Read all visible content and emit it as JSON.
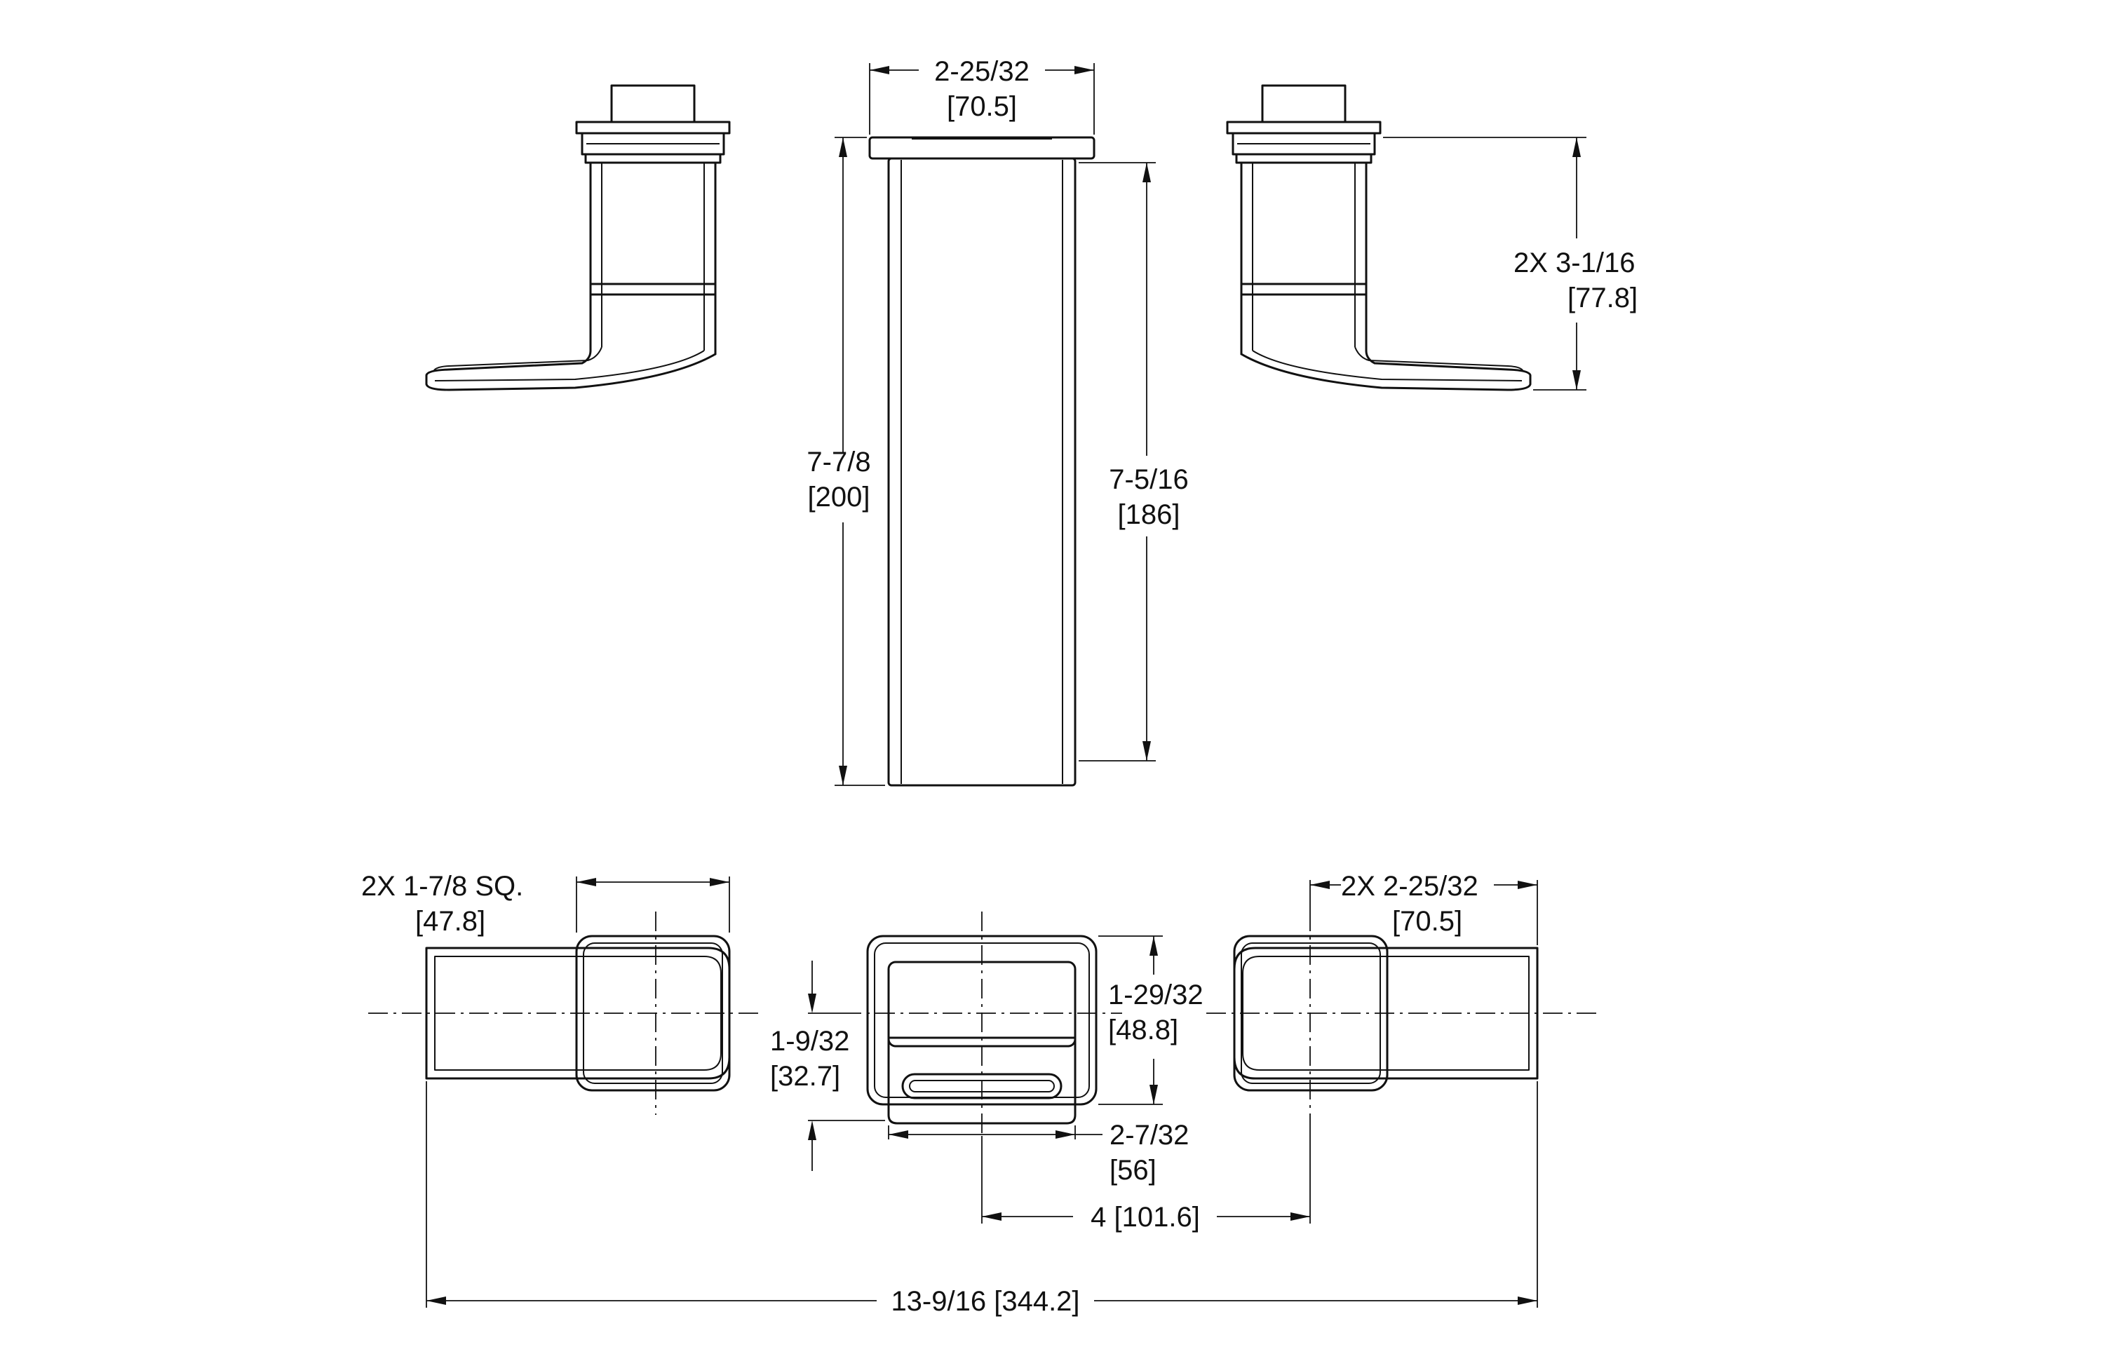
{
  "dimensions": {
    "spout_width": {
      "imperial": "2-25/32",
      "metric": "[70.5]"
    },
    "spout_total_height": {
      "imperial": "7-7/8",
      "metric": "[200]"
    },
    "spout_body_height": {
      "imperial": "7-5/16",
      "metric": "[186]"
    },
    "handle_height": {
      "imperial": "2X 3-1/16",
      "metric": "[77.8]"
    },
    "handle_base_square": {
      "imperial": "2X 1-7/8  SQ.",
      "metric": "[47.8]"
    },
    "handle_depth_right": {
      "imperial": "2X 2-25/32",
      "metric": "[70.5]"
    },
    "spout_outlet_offset": {
      "imperial": "1-9/32",
      "metric": "[32.7]"
    },
    "spout_base_depth": {
      "imperial": "1-29/32",
      "metric": "[48.8]"
    },
    "spout_outlet_width": {
      "imperial": "2-7/32",
      "metric": "[56]"
    },
    "center_spacing": {
      "text": "4 [101.6]"
    },
    "overall_width": {
      "text": "13-9/16  [344.2]"
    }
  }
}
